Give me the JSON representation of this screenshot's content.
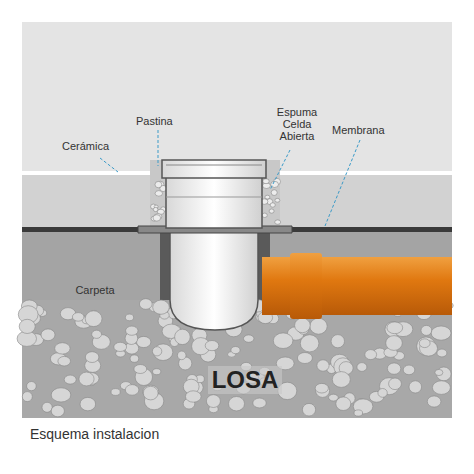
{
  "diagram": {
    "caption": "Esquema instalacion",
    "nodes": [
      {
        "text": [
          "Carpeta"
        ]
      },
      {
        "text": [
          "LOSA"
        ]
      }
    ],
    "labels": [
      "Cerámica",
      "Pastina",
      "Espuma Celda Abierta",
      "Membrana"
    ]
  }
}
